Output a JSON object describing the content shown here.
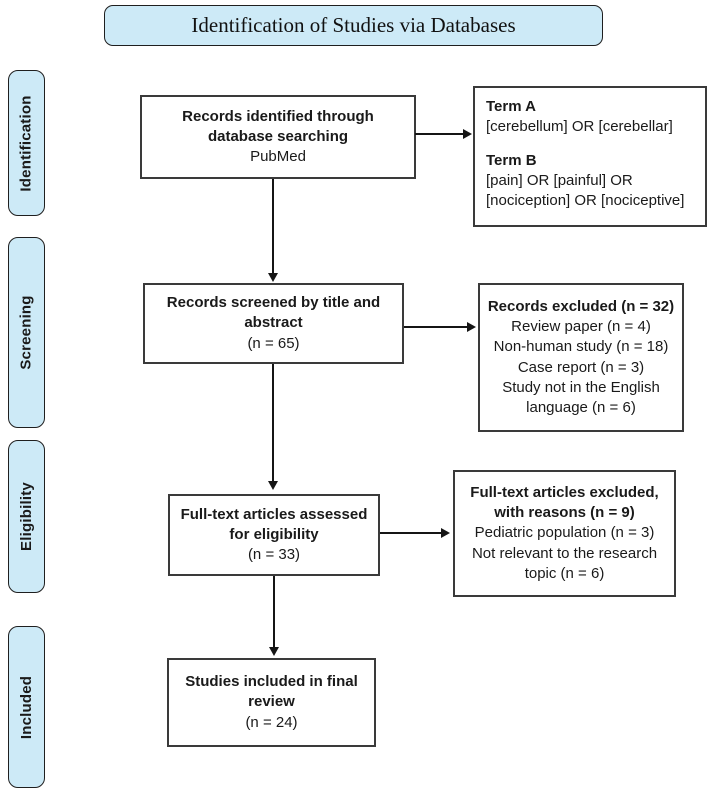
{
  "title": "Identification of Studies via Databases",
  "colors": {
    "stage_fill": "#cdeaf7",
    "box_border": "#3a3a3a",
    "arrow": "#151515",
    "text": "#1a1a1a"
  },
  "stages": [
    {
      "label": "Identification"
    },
    {
      "label": "Screening"
    },
    {
      "label": "Eligibility"
    },
    {
      "label": "Included"
    }
  ],
  "flow": {
    "identified": {
      "bold": "Records identified through database searching",
      "normal": "PubMed"
    },
    "screened": {
      "bold": "Records screened by title and abstract",
      "normal": "(n = 65)"
    },
    "fulltext": {
      "bold": "Full-text articles assessed for eligibility",
      "normal": "(n = 33)"
    },
    "included": {
      "bold": "Studies included in final review",
      "normal": "(n = 24)"
    }
  },
  "side": {
    "terms": {
      "term_a_label": "Term A",
      "term_a_text": "[cerebellum] OR [cerebellar]",
      "term_b_label": "Term B",
      "term_b_text": "[pain] OR [painful] OR [nociception] OR [nociceptive]"
    },
    "records_excluded": {
      "heading": "Records excluded (n = 32)",
      "items": [
        "Review paper (n = 4)",
        "Non-human study (n = 18)",
        "Case report (n = 3)",
        "Study not in the English language (n = 6)"
      ]
    },
    "fulltext_excluded": {
      "heading": "Full-text articles excluded, with reasons (n = 9)",
      "items": [
        "Pediatric population (n = 3)",
        "Not relevant to the research topic (n = 6)"
      ]
    }
  }
}
